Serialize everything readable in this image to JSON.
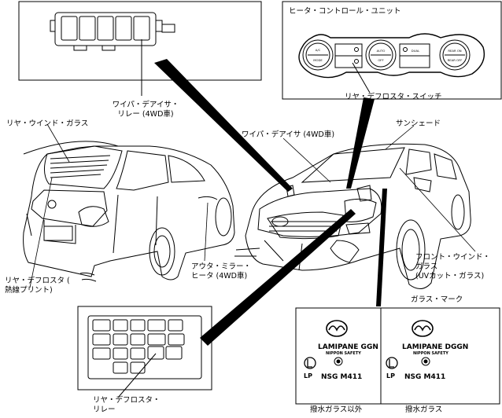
{
  "labels": {
    "heater_unit": "ヒータ・コントロール・ユニット",
    "wiper_deicer_relay": [
      "ワイパ・デアイサ・",
      "リレー (4WD車)"
    ],
    "rear_window_glass": "リヤ・ウインド・ガラス",
    "wiper_deicer": "ワイパ・デアイサ (4WD車)",
    "sunshade": "サンシェード",
    "rear_defroster_switch": "リヤ・デフロスタ・スイッチ",
    "rear_defroster": [
      "リヤ・デフロスタ (",
      "熱線プリント)"
    ],
    "outer_mirror_heater": [
      "アウタ・ミラー・",
      "ヒータ (4WD車)"
    ],
    "front_window_glass": [
      "フロント・ウインド・",
      "ガラス",
      "(UVカット・ガラス)"
    ],
    "glass_mark": "ガラス・マーク",
    "rear_defroster_relay": [
      "リヤ・デフロスタ・",
      "リレー"
    ],
    "non_water_repellent": "撥水ガラス以外",
    "water_repellent": "撥水ガラス"
  },
  "heater_panel": {
    "ac": "A/C",
    "mode": "MODE",
    "auto": "AUTO",
    "off": "OFF",
    "dual": "DUAL",
    "rear_on": "REAR ON",
    "rear_off": "REAR OFF"
  },
  "glass_marks": {
    "left": {
      "brand": "LAMIPANE GGN",
      "code": "NSG M411",
      "logo": "NIPPON SAFETY",
      "lp": "LP"
    },
    "right": {
      "brand": "LAMIPANE DGGN",
      "code": "NSG M411",
      "logo": "NIPPON SAFETY",
      "lp": "LP"
    }
  },
  "icons": [
    "mazda-logo-icon",
    "nippon-safety-logo-icon",
    "lp-mark-icon"
  ]
}
